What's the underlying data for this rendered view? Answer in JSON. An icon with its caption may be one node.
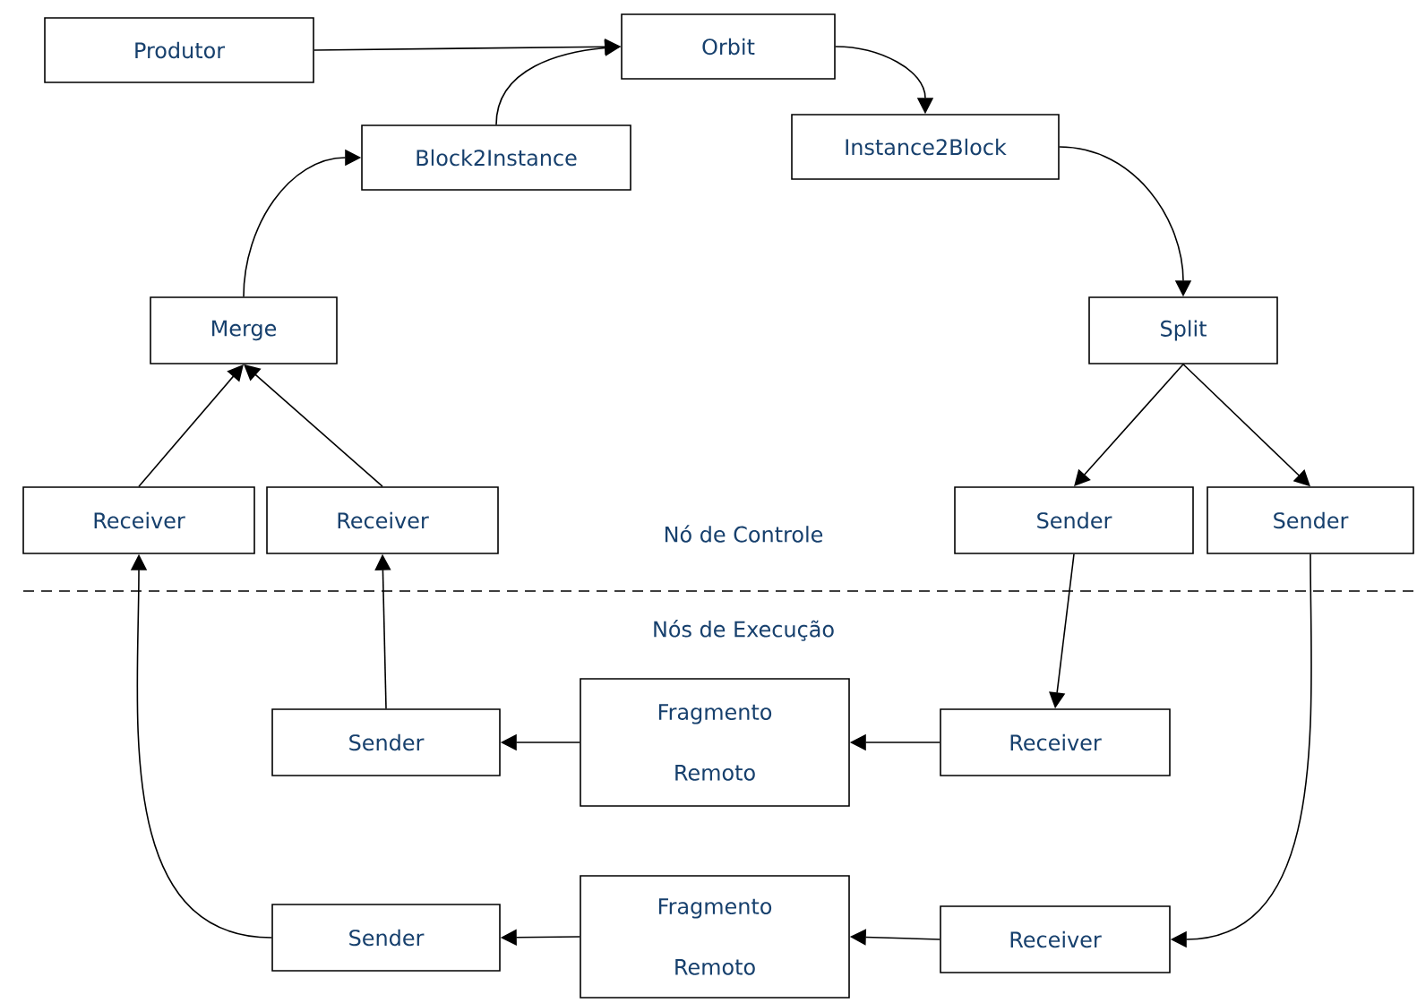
{
  "diagram": {
    "nodes": [
      {
        "text": [
          "Produtor"
        ]
      },
      {
        "text": [
          "Orbit"
        ]
      },
      {
        "text": [
          "Block2Instance"
        ]
      },
      {
        "text": [
          "Instance2Block"
        ]
      },
      {
        "text": [
          "Merge"
        ]
      },
      {
        "text": [
          "Split"
        ]
      },
      {
        "text": [
          "Receiver"
        ]
      },
      {
        "text": [
          "Receiver"
        ]
      },
      {
        "text": [
          "Sender"
        ]
      },
      {
        "text": [
          "Sender"
        ]
      },
      {
        "text": [
          "Sender"
        ]
      },
      {
        "text": [
          "Fragmento Remoto"
        ]
      },
      {
        "text": [
          "Receiver"
        ]
      },
      {
        "text": [
          "Sender"
        ]
      },
      {
        "text": [
          "Fragmento Remoto"
        ]
      },
      {
        "text": [
          "Receiver"
        ]
      }
    ],
    "edges": [
      {
        "from": 0,
        "to": 1,
        "arrow": "to"
      },
      {
        "from": 2,
        "to": 1,
        "arrow": "to"
      },
      {
        "from": 1,
        "to": 3,
        "arrow": "to"
      },
      {
        "from": 3,
        "to": 5,
        "arrow": "to"
      },
      {
        "from": 5,
        "to": 8,
        "arrow": "to"
      },
      {
        "from": 5,
        "to": 9,
        "arrow": "to"
      },
      {
        "from": 6,
        "to": 4,
        "arrow": "to"
      },
      {
        "from": 7,
        "to": 4,
        "arrow": "to"
      },
      {
        "from": 4,
        "to": 2,
        "arrow": "to"
      },
      {
        "from": 8,
        "to": 12,
        "arrow": "to"
      },
      {
        "from": 9,
        "to": 15,
        "arrow": "to"
      },
      {
        "from": 12,
        "to": 11,
        "arrow": "to"
      },
      {
        "from": 11,
        "to": 10,
        "arrow": "to"
      },
      {
        "from": 15,
        "to": 14,
        "arrow": "to"
      },
      {
        "from": 14,
        "to": 13,
        "arrow": "to"
      },
      {
        "from": 10,
        "to": 7,
        "arrow": "to"
      },
      {
        "from": 13,
        "to": 6,
        "arrow": "to"
      }
    ],
    "labels": [
      "Nó de Controle",
      "Nós de Execução"
    ]
  }
}
